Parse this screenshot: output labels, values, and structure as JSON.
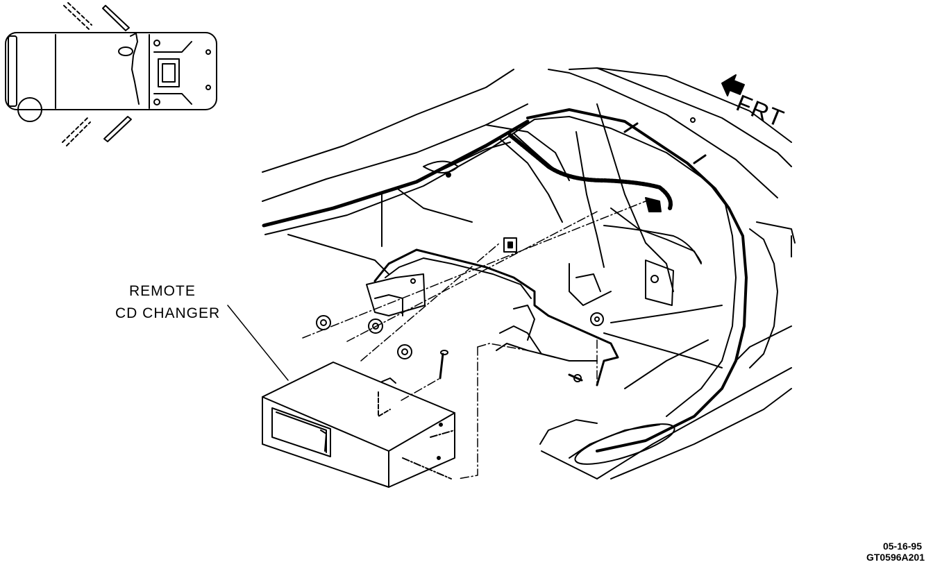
{
  "diagram": {
    "component_label_line1": "REMOTE",
    "component_label_line2": "CD CHANGER",
    "direction_label": "FRT",
    "footer_date": "05-16-95",
    "footer_code": "GT0596A201"
  }
}
